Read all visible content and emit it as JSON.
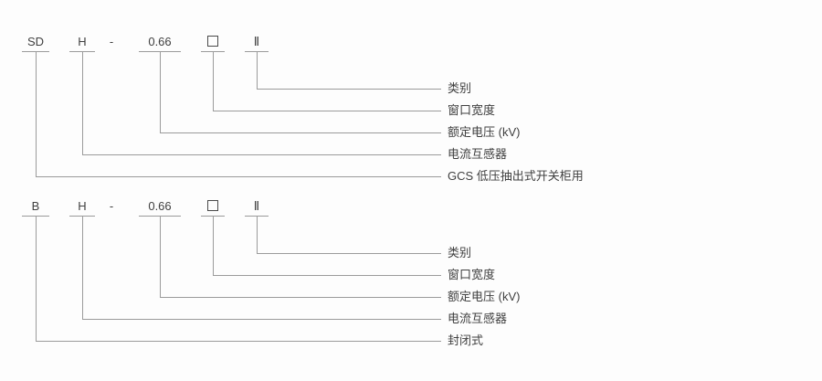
{
  "page": {
    "background_color": "#fdfdfd",
    "line_color": "#9b9b9b",
    "text_color": "#404040"
  },
  "diagrams": [
    {
      "id": "sdh-model-designation",
      "tokens": {
        "prefix": "SD",
        "type": "H",
        "separator": "-",
        "voltage": "0.66",
        "window": "□",
        "category": "Ⅱ"
      },
      "labels": {
        "category": "类别",
        "window_width": "窗口宽度",
        "rated_voltage": "额定电压 (kV)",
        "current_transformer": "电流互感器",
        "prefix_meaning": "GCS 低压抽出式开关柜用"
      }
    },
    {
      "id": "bh-model-designation",
      "tokens": {
        "prefix": "B",
        "type": "H",
        "separator": "-",
        "voltage": "0.66",
        "window": "□",
        "category": "Ⅱ"
      },
      "labels": {
        "category": "类别",
        "window_width": "窗口宽度",
        "rated_voltage": "额定电压 (kV)",
        "current_transformer": "电流互感器",
        "prefix_meaning": "封闭式"
      }
    }
  ]
}
